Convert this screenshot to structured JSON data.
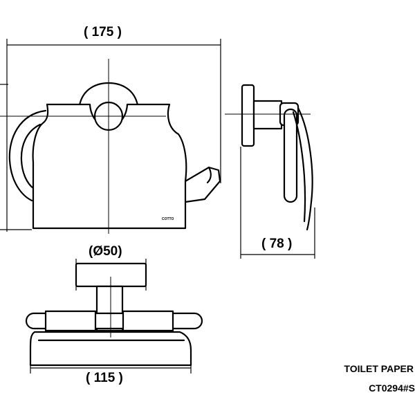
{
  "dimensions": {
    "width": "( 175 )",
    "diameter": "(Ø50)",
    "depth": "( 78 )",
    "base_width": "( 115 )"
  },
  "product": {
    "name": "TOILET PAPER",
    "code": "CT0294#S"
  },
  "logo_text": "COTTO",
  "colors": {
    "line": "#000000",
    "background": "#ffffff"
  }
}
